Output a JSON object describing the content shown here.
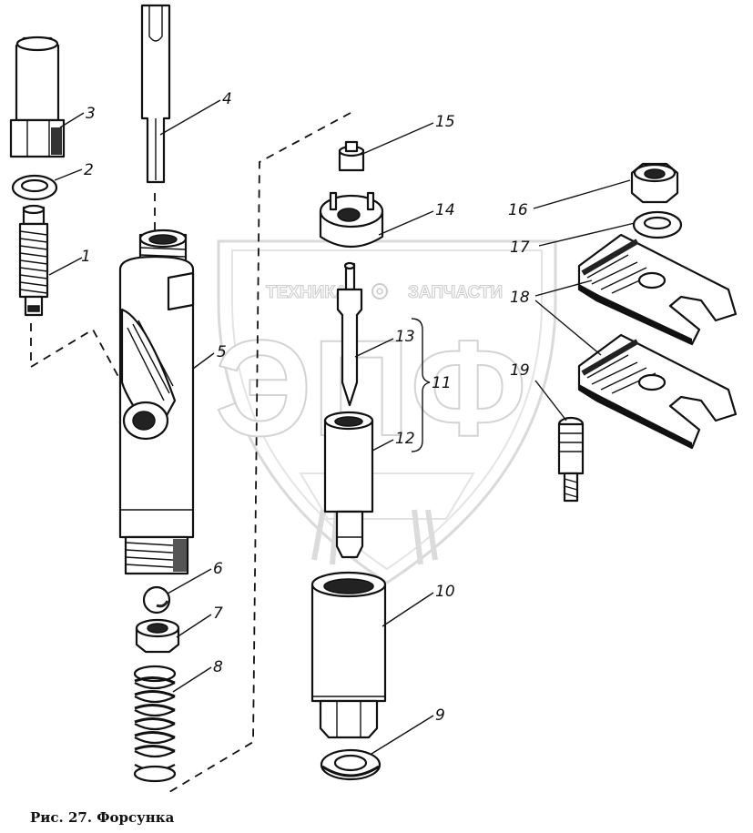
{
  "caption": "Рис. 27. Форсунка",
  "watermark": {
    "brand_left": "ТЕХНИКА",
    "brand_right": "ЗАПЧАСТИ",
    "letters": "ЭПФ"
  },
  "callouts": [
    "1",
    "2",
    "3",
    "4",
    "5",
    "6",
    "7",
    "8",
    "9",
    "10",
    "11",
    "12",
    "13",
    "14",
    "15",
    "16",
    "17",
    "18",
    "19"
  ]
}
